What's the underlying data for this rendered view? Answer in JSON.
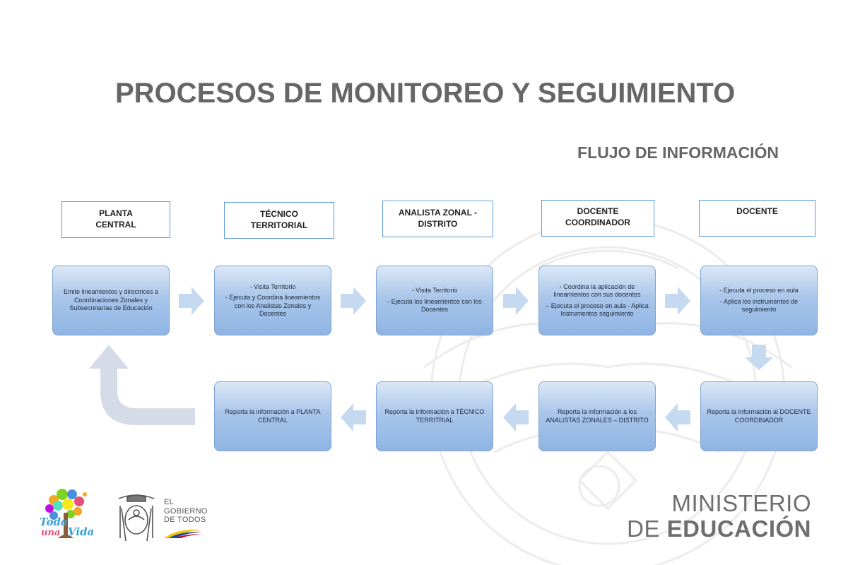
{
  "title": "PROCESOS DE MONITOREO Y SEGUIMIENTO",
  "subtitle": "FLUJO DE INFORMACIÓN",
  "headers": [
    {
      "line1": "PLANTA",
      "line2": "CENTRAL"
    },
    {
      "line1": "TÉCNICO",
      "line2": "TERRITORIAL"
    },
    {
      "line1": "ANALISTA ZONAL -",
      "line2": "DISTRITO"
    },
    {
      "line1": "DOCENTE",
      "line2": "COORDINADOR"
    },
    {
      "line1": "DOCENTE",
      "line2": ""
    }
  ],
  "top_row": [
    {
      "lines": [
        "Emite lineamientos y directrices a Coordinaciones Zonales y Subsecretarías de Educación"
      ]
    },
    {
      "lines": [
        "- Visita Territorio",
        "- Ejecuta y Coordina lineamientos con los Analistas Zonales y Docentes"
      ]
    },
    {
      "lines": [
        "- Visita Territorio",
        "- Ejecuta los lineamientos con los Docentes"
      ]
    },
    {
      "lines": [
        "- Coordina la aplicación de lineamientos con sus docentes",
        "– Ejecuta el proceso en aula - Aplica Instrumentos seguimiento"
      ]
    },
    {
      "lines": [
        "- Ejecuta el proceso en aula",
        "- Aplica los instrumentos de seguimiento"
      ]
    }
  ],
  "bottom_row": [
    {
      "text": "Reporta la información a PLANTA CENTRAL"
    },
    {
      "text": "Reporta la información a TÉCNICO TERRITRIAL"
    },
    {
      "text": "Reporta la información a los ANALISTAS ZONALES – DISTRITO"
    },
    {
      "text": "Reporta la Información al DOCENTE COORDINADOR"
    }
  ],
  "footer": {
    "toda_una_vida": {
      "line1": "Toda",
      "line2": "una",
      "line3": "Vida"
    },
    "gobierno": {
      "line1": "EL",
      "line2": "GOBIERNO",
      "line3": "DE TODOS"
    },
    "ministerio": {
      "line1": "MINISTERIO",
      "line2_prefix": "DE ",
      "line2_bold": "EDUCACIÓN"
    }
  },
  "colors": {
    "title": "#666666",
    "header_border": "#5b9bd5",
    "node_fill": "#a9c6ea",
    "arrow": "#c5d9f1",
    "return_arrow": "#d6dce7"
  }
}
